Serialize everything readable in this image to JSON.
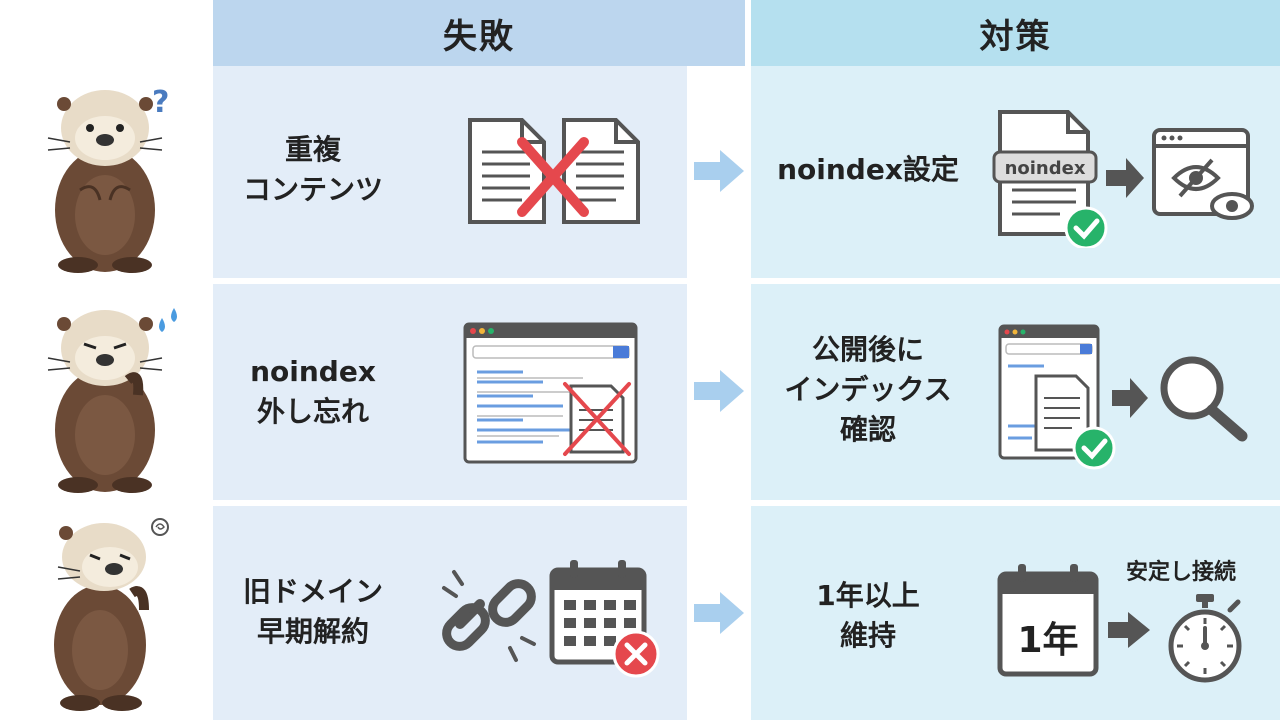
{
  "headers": {
    "failure": "失敗",
    "countermeasure": "対策"
  },
  "rows": [
    {
      "failure_lines": [
        "重複",
        "コンテンツ"
      ],
      "fix_lines": [
        "noindex設定"
      ],
      "noindex_tag": "noindex"
    },
    {
      "failure_lines": [
        "noindex",
        "外し忘れ"
      ],
      "fix_lines": [
        "公開後に",
        "インデックス",
        "確認"
      ]
    },
    {
      "failure_lines": [
        "旧ドメイン",
        "早期解約"
      ],
      "fix_lines": [
        "1年以上",
        "維持"
      ],
      "calendar_text": "1年",
      "stable_label": "安定し接続"
    }
  ],
  "colors": {
    "fail_header": "#bcd6ee",
    "fix_header": "#b5e0ef",
    "fail_panel": "#e3edf8",
    "fix_panel": "#dcf0f8",
    "arrow": "#a9cfee",
    "red_x": "#e5484d",
    "check_green": "#27b36a",
    "icon_gray": "#555555",
    "otter": "#6b4a36"
  }
}
